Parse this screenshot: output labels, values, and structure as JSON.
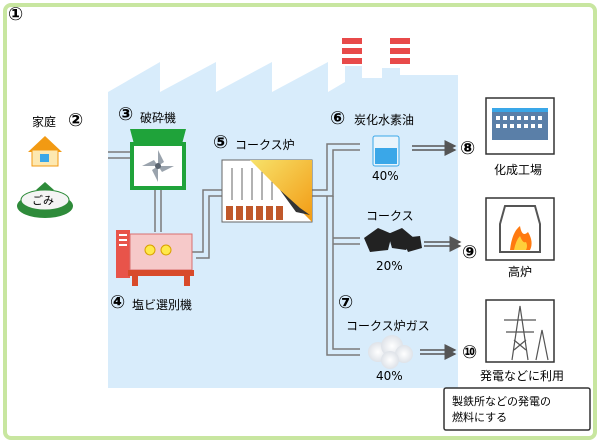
{
  "diagram": {
    "marker": "①",
    "household": {
      "num": "②",
      "label": "家庭",
      "bag_text": "ごみ"
    },
    "crusher": {
      "num": "③",
      "label": "破砕機"
    },
    "pvc_separator": {
      "num": "④",
      "label": "塩ビ選別機"
    },
    "coke_oven": {
      "num": "⑤",
      "label": "コークス炉"
    },
    "hydrocarbon_oil": {
      "num": "⑥",
      "label": "炭化水素油",
      "percent": "40%"
    },
    "coke": {
      "label": "コークス",
      "percent": "20%"
    },
    "coke_oven_gas": {
      "num": "⑦",
      "label": "コークス炉ガス",
      "percent": "40%"
    },
    "chemical_plant": {
      "num": "⑧",
      "label": "化成工場"
    },
    "blast_furnace": {
      "num": "⑨",
      "label": "高炉"
    },
    "power": {
      "num": "⑩",
      "label": "発電などに利用"
    },
    "note": {
      "line1": "製鉄所などの発電の",
      "line2": "燃料にする"
    }
  },
  "colors": {
    "outer_border": "#c8e6a0",
    "factory_fill": "#d8ecfb",
    "chimney_stripe": "#e84a4a",
    "crusher_border": "#1fa33a",
    "separator_body": "#e8544a",
    "separator_panel": "#f6c9c9",
    "coke_yellow": "#f7c81a",
    "oil_blue": "#3aa7e8",
    "fire_orange": "#ff7a10"
  }
}
